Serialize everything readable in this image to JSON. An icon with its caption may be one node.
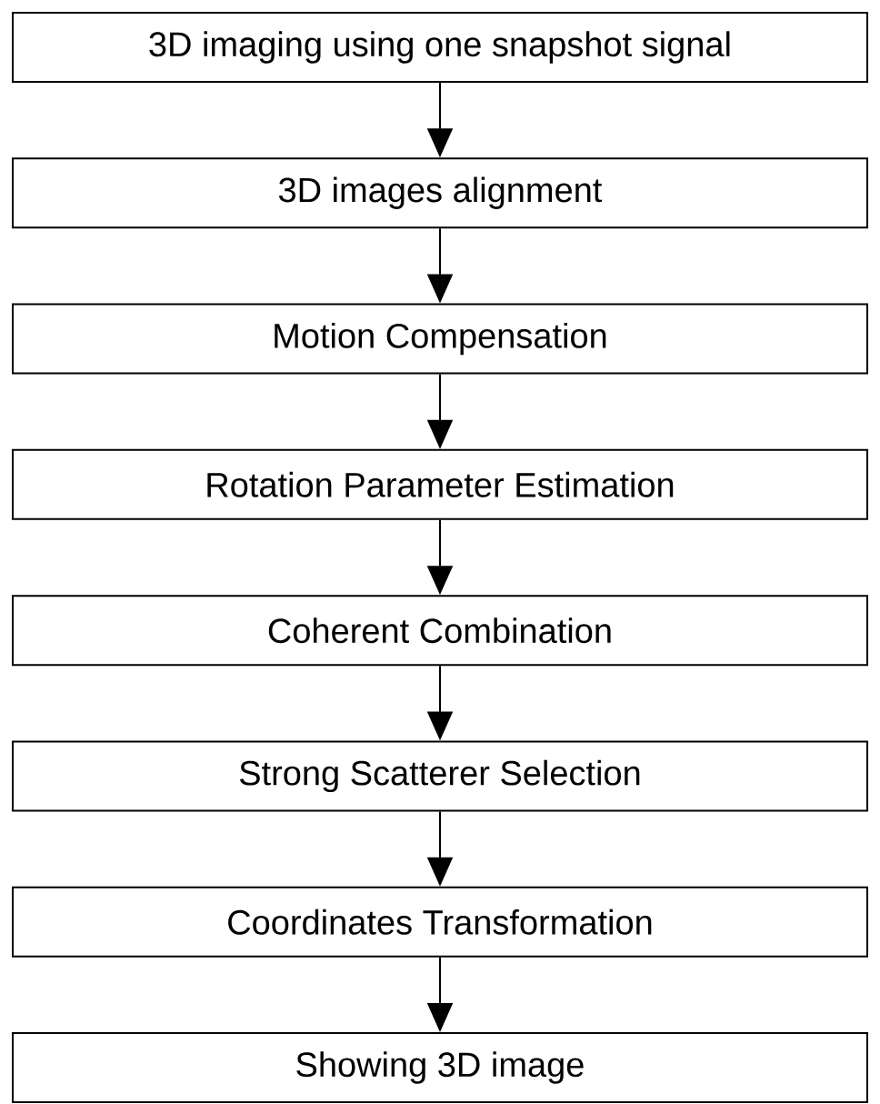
{
  "diagram": {
    "nodes": [
      {
        "text": [
          "3D imaging using one snapshot signal"
        ]
      },
      {
        "text": [
          "3D images alignment"
        ]
      },
      {
        "text": [
          "Motion Compensation"
        ]
      },
      {
        "text": [
          "Rotation Parameter Estimation"
        ]
      },
      {
        "text": [
          "Coherent Combination"
        ]
      },
      {
        "text": [
          "Strong Scatterer Selection"
        ]
      },
      {
        "text": [
          "Coordinates Transformation"
        ]
      },
      {
        "text": [
          "Showing 3D image"
        ]
      }
    ],
    "edges": [
      {
        "from": 0,
        "to": 1,
        "arrow": "to"
      },
      {
        "from": 1,
        "to": 2,
        "arrow": "to"
      },
      {
        "from": 2,
        "to": 3,
        "arrow": "to"
      },
      {
        "from": 3,
        "to": 4,
        "arrow": "to"
      },
      {
        "from": 4,
        "to": 5,
        "arrow": "to"
      },
      {
        "from": 5,
        "to": 6,
        "arrow": "to"
      },
      {
        "from": 6,
        "to": 7,
        "arrow": "to"
      }
    ]
  }
}
